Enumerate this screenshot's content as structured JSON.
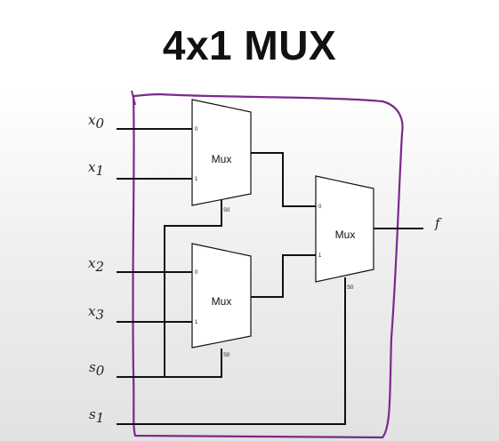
{
  "title": "4x1 MUX",
  "inputs": {
    "x0": {
      "base": "x",
      "sub": "0"
    },
    "x1": {
      "base": "x",
      "sub": "1"
    },
    "x2": {
      "base": "x",
      "sub": "2"
    },
    "x3": {
      "base": "x",
      "sub": "3"
    },
    "s0": {
      "base": "s",
      "sub": "0"
    },
    "s1": {
      "base": "s",
      "sub": "1"
    }
  },
  "output": {
    "label": "f"
  },
  "blocks": {
    "mux_top": {
      "label": "Mux",
      "pin_in0": "0",
      "pin_in1": "1",
      "pin_sel": "S0"
    },
    "mux_bottom": {
      "label": "Mux",
      "pin_in0": "0",
      "pin_in1": "1",
      "pin_sel": "S0"
    },
    "mux_final": {
      "label": "Mux",
      "pin_in0": "0",
      "pin_in1": "1",
      "pin_sel": "S0"
    }
  },
  "colors": {
    "boundary": "#7a2a8c",
    "wire": "#111111"
  }
}
